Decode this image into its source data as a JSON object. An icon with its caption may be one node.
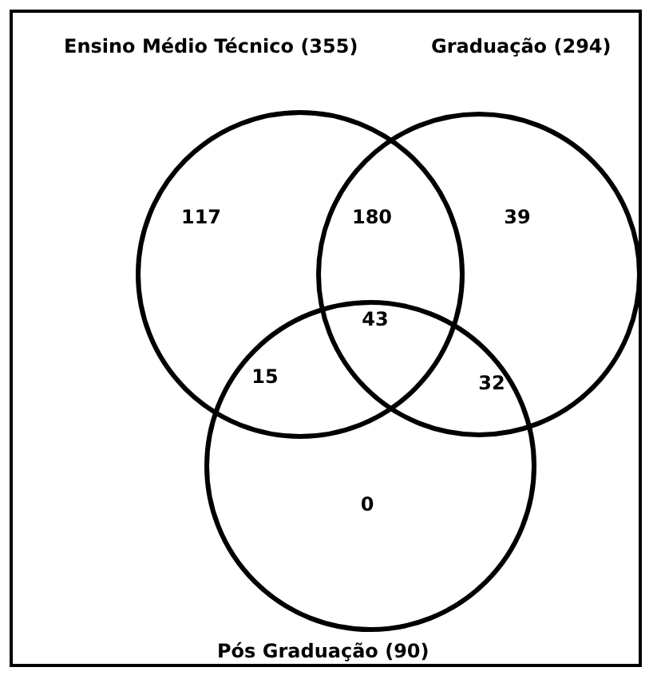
{
  "diagram": {
    "nodes": [
      {
        "text": [
          "Ensino Médio Técnico (355)"
        ]
      },
      {
        "text": [
          "Graduação (294)"
        ]
      },
      {
        "text": [
          "Pós Graduação (90)"
        ]
      }
    ],
    "edges": [],
    "labels": [
      "117",
      "180",
      "39",
      "43",
      "15",
      "32",
      "0"
    ]
  }
}
